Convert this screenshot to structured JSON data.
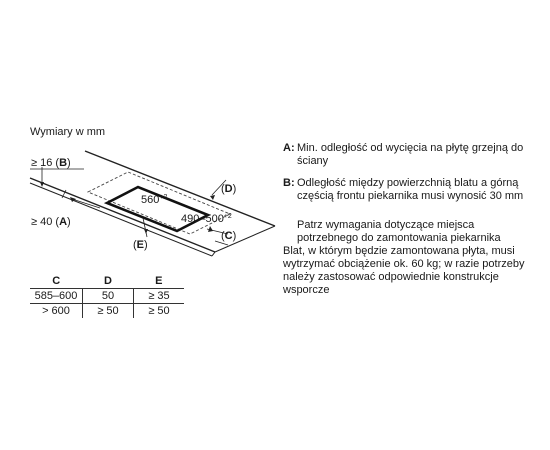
{
  "units_label": "Wymiary w mm",
  "diagram": {
    "labels": {
      "b_dim": "≥ 16",
      "b_letter": "B",
      "a_dim": "≥ 40",
      "a_letter": "A",
      "d_letter": "D",
      "e_letter": "E",
      "c_letter": "C",
      "width_value": "560",
      "width_tol": "+2",
      "depth_value": "490–500",
      "depth_tol": "+2"
    }
  },
  "table": {
    "headers": [
      "C",
      "D",
      "E"
    ],
    "rows": [
      [
        "585–600",
        "50",
        "≥ 35"
      ],
      [
        "> 600",
        "≥ 50",
        "≥ 50"
      ]
    ]
  },
  "notes": [
    {
      "key": "A:",
      "text": "Min. odległość od wycięcia na płytę grzejną do ściany"
    },
    {
      "key": "B:",
      "text": "Odległość między powierzchnią blatu a górną częścią frontu piekarnika musi wynosić 30 mm"
    }
  ],
  "paragraphs": {
    "note_1": "Patrz wymagania dotyczące miejsca potrzebnego do zamontowania piekarnika",
    "note_2": "Blat, w którym będzie zamontowana płyta, musi wytrzymać obciążenie ok. 60 kg; w razie potrzeby należy zastosować odpowiednie konstrukcje wsporcze"
  }
}
